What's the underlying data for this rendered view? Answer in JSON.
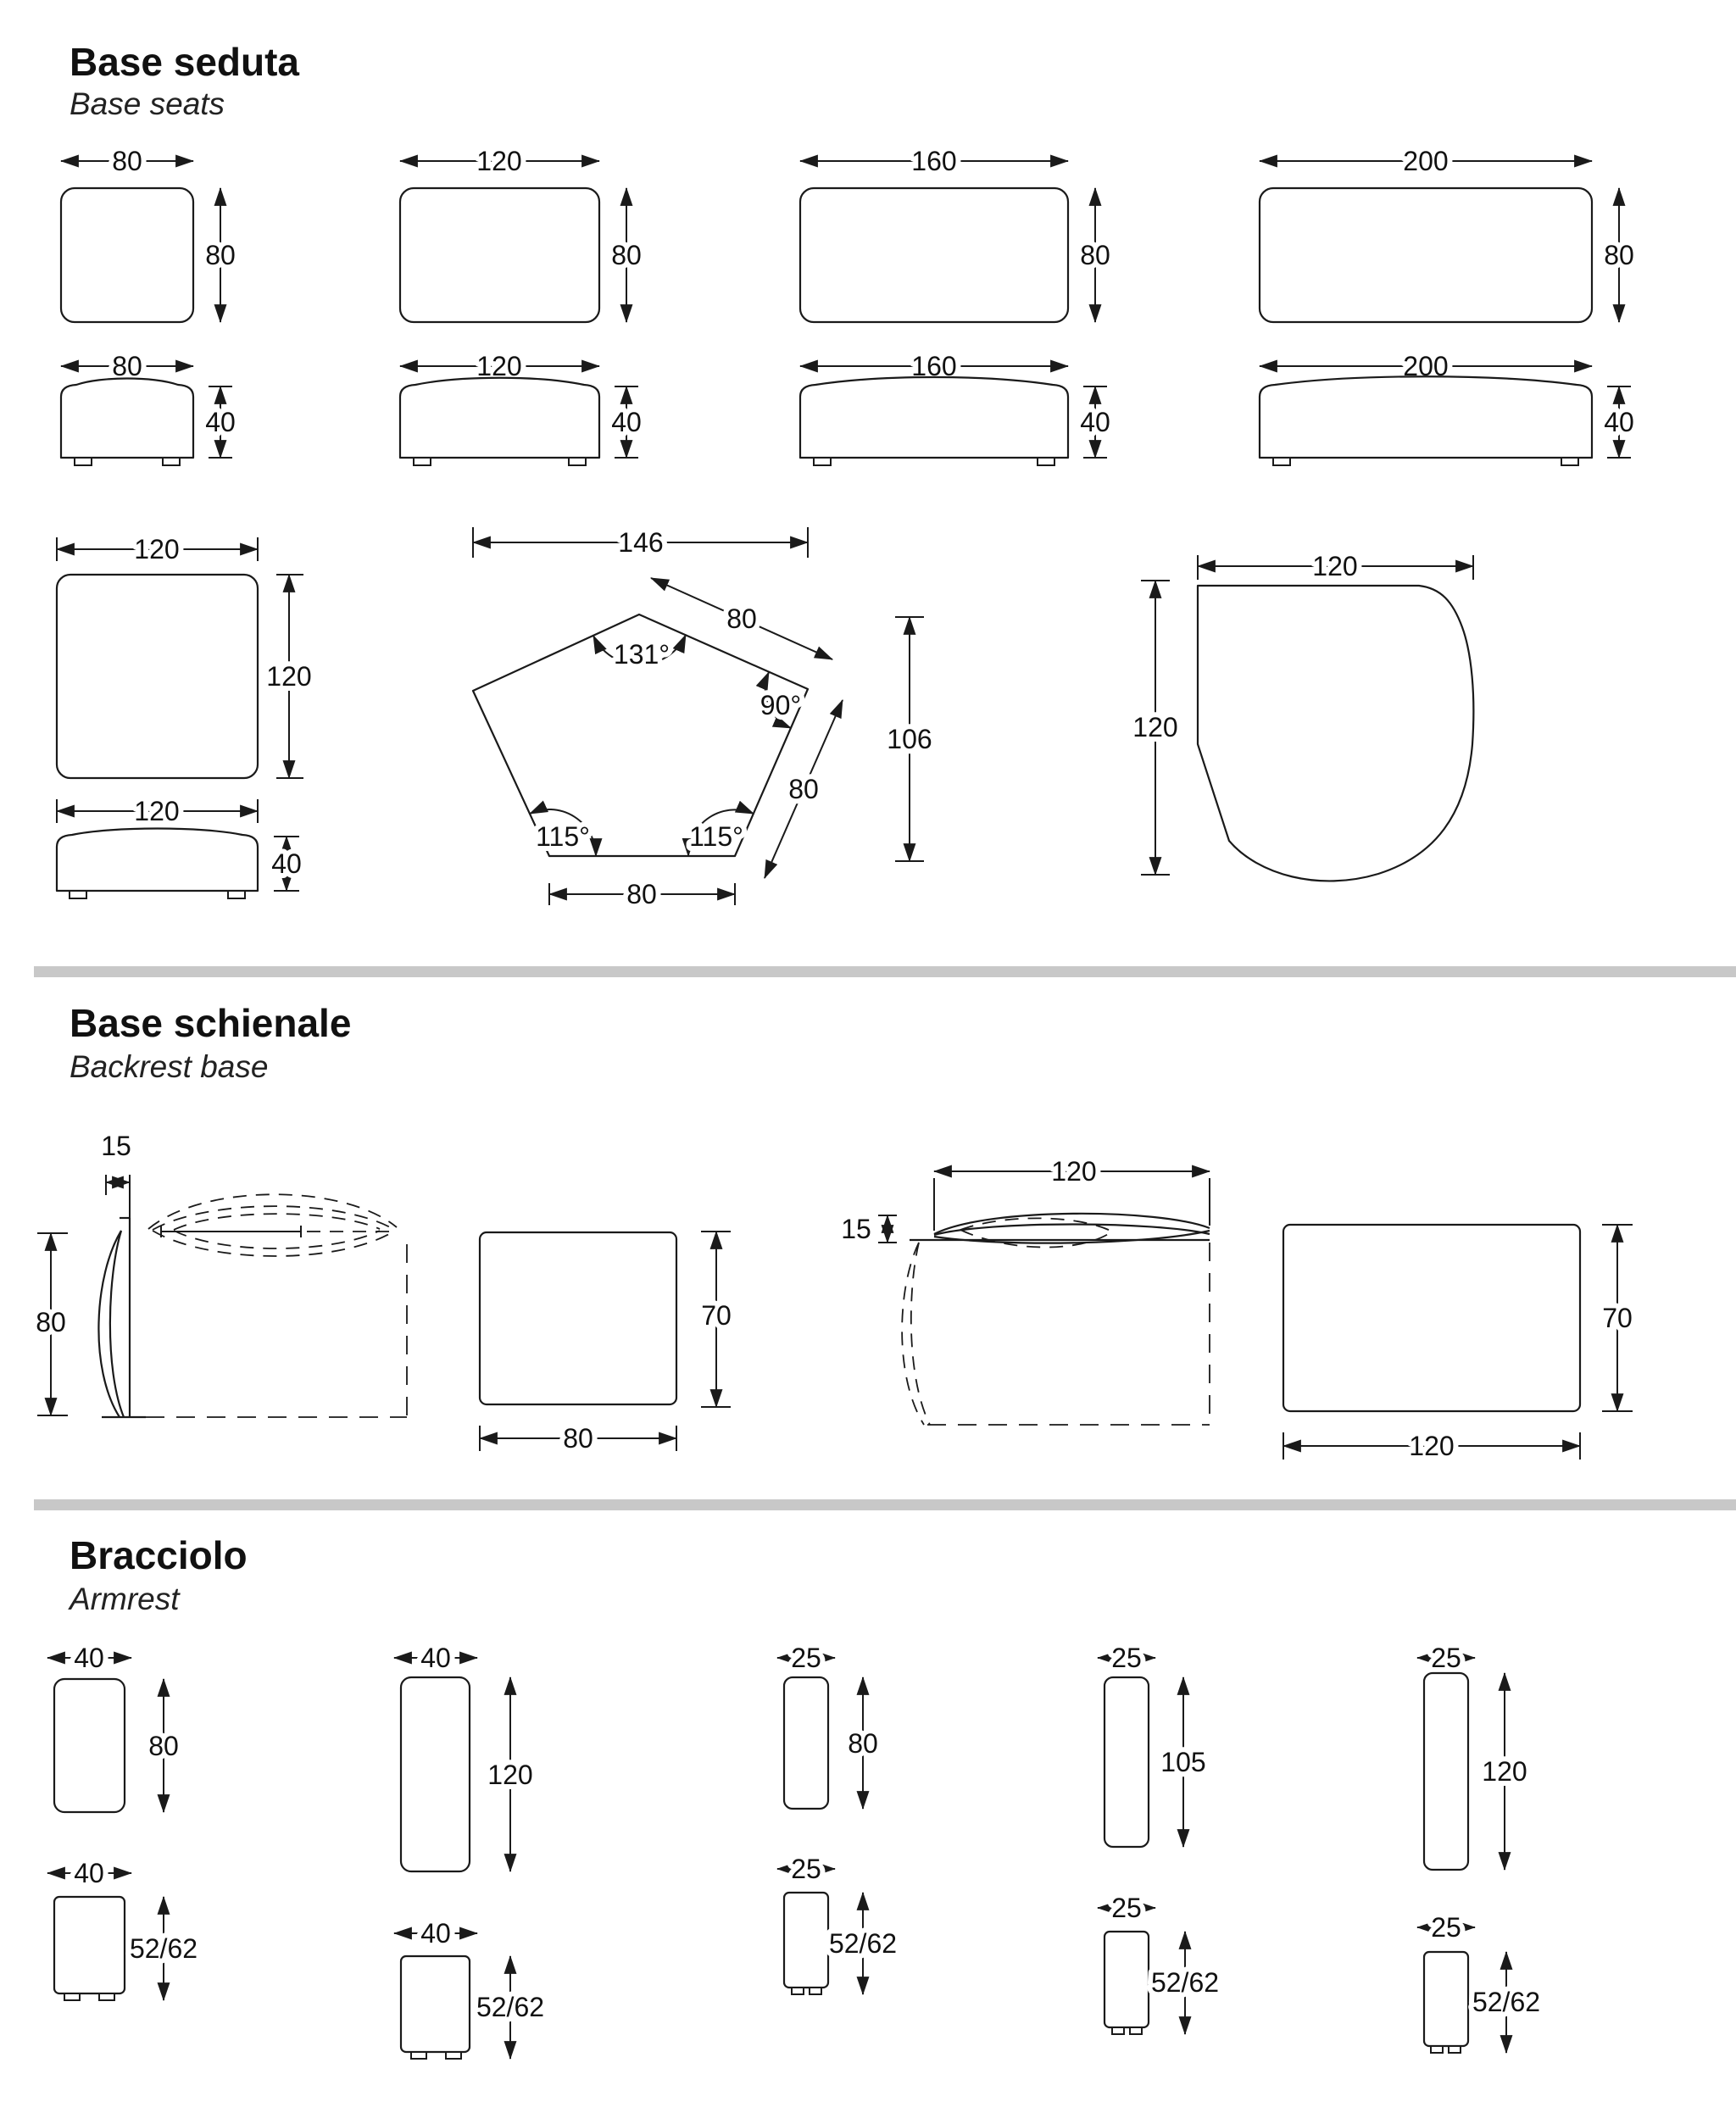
{
  "page": {
    "background": "#ffffff",
    "separator_color": "#c8c8c8",
    "line_color": "#1a1a1a"
  },
  "sections": {
    "seats": {
      "title": "Base seduta",
      "subtitle": "Base seats"
    },
    "backrest": {
      "title": "Base schienale",
      "subtitle": "Backrest base"
    },
    "armrest": {
      "title": "Bracciolo",
      "subtitle": "Armrest"
    }
  },
  "seats": {
    "modules": [
      {
        "w": "80",
        "d": "80",
        "front_h": "40"
      },
      {
        "w": "120",
        "d": "80",
        "front_h": "40"
      },
      {
        "w": "160",
        "d": "80",
        "front_h": "40"
      },
      {
        "w": "200",
        "d": "80",
        "front_h": "40"
      }
    ],
    "square": {
      "w": "120",
      "d": "120",
      "front_h": "40"
    },
    "pentagon": {
      "width": "146",
      "top_edge": "80",
      "top_angle": "131°",
      "corner_angle": "90°",
      "right_edge": "80",
      "bottom_left_angle": "115°",
      "bottom_right_angle": "115°",
      "bottom_edge": "80",
      "height": "106"
    },
    "corner": {
      "w": "120",
      "d": "120"
    }
  },
  "backrest": {
    "side_view": {
      "thickness": "15",
      "height": "80"
    },
    "small_base": {
      "w": "80",
      "h": "70"
    },
    "top_view": {
      "w": "120",
      "thickness": "15"
    },
    "large_base": {
      "w": "120",
      "h": "70"
    }
  },
  "armrest": {
    "items": [
      {
        "top_w": "40",
        "top_d": "80",
        "front_w": "40",
        "front_h": "52/62"
      },
      {
        "top_w": "40",
        "top_d": "120",
        "front_w": "40",
        "front_h": "52/62"
      },
      {
        "top_w": "25",
        "top_d": "80",
        "front_w": "25",
        "front_h": "52/62"
      },
      {
        "top_w": "25",
        "top_d": "105",
        "front_w": "25",
        "front_h": "52/62"
      },
      {
        "top_w": "25",
        "top_d": "120",
        "front_w": "25",
        "front_h": "52/62"
      }
    ]
  }
}
